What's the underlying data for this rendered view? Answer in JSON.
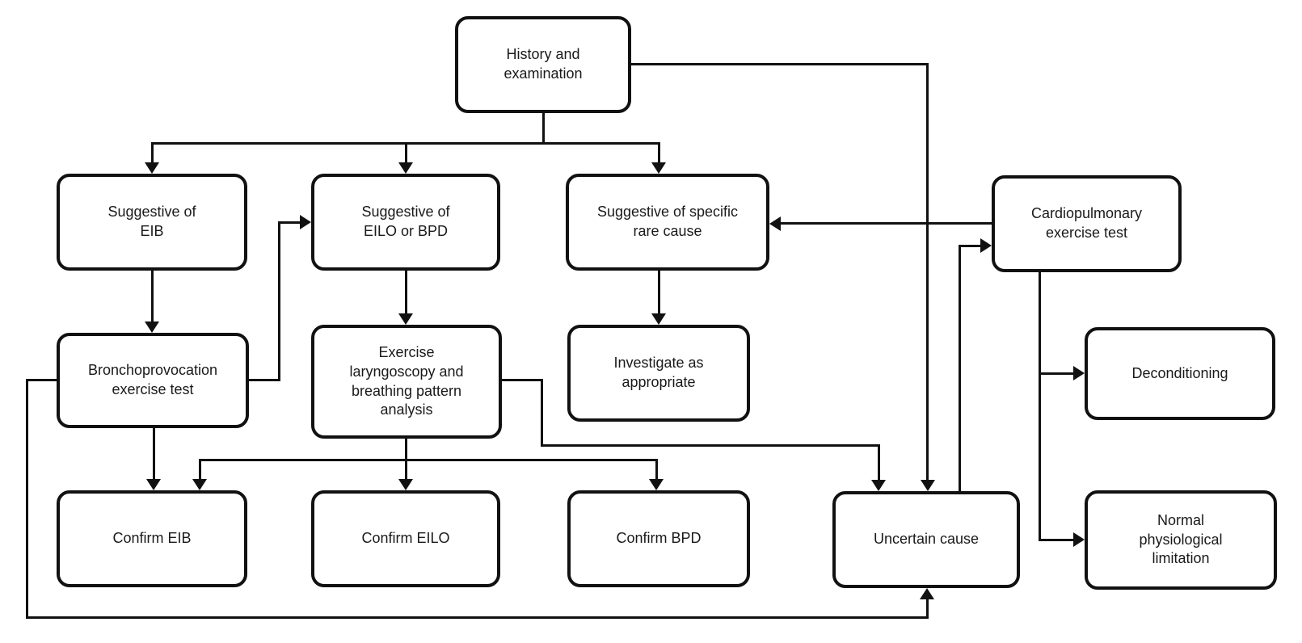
{
  "diagram": {
    "type": "flowchart",
    "background_color": "#ffffff",
    "node_border_color": "#111111",
    "node_fill_color": "#ffffff",
    "text_color": "#1a1a1a",
    "nodes": {
      "history": {
        "label": "History and\nexamination"
      },
      "sug_eib": {
        "label": "Suggestive of\nEIB"
      },
      "sug_eilo": {
        "label": "Suggestive of\nEILO or BPD"
      },
      "sug_rare": {
        "label": "Suggestive of specific\nrare cause"
      },
      "cardio": {
        "label": "Cardiopulmonary\nexercise test"
      },
      "broncho": {
        "label": "Bronchoprovocation\nexercise test"
      },
      "laryngo": {
        "label": "Exercise\nlaryngoscopy and\nbreathing pattern\nanalysis"
      },
      "investigate": {
        "label": "Investigate as\nappropriate"
      },
      "decond": {
        "label": "Deconditioning"
      },
      "confirm_eib": {
        "label": "Confirm EIB"
      },
      "confirm_eilo": {
        "label": "Confirm EILO"
      },
      "confirm_bpd": {
        "label": "Confirm BPD"
      },
      "uncertain": {
        "label": "Uncertain cause"
      },
      "normal": {
        "label": "Normal\nphysiological\nlimitation"
      }
    },
    "edges": [
      {
        "from": "history",
        "to": "sug_eib"
      },
      {
        "from": "history",
        "to": "sug_eilo"
      },
      {
        "from": "history",
        "to": "sug_rare"
      },
      {
        "from": "history",
        "to": "uncertain"
      },
      {
        "from": "sug_eib",
        "to": "broncho"
      },
      {
        "from": "sug_eilo",
        "to": "laryngo"
      },
      {
        "from": "sug_rare",
        "to": "investigate"
      },
      {
        "from": "broncho",
        "to": "confirm_eib"
      },
      {
        "from": "broncho",
        "to": "sug_eilo"
      },
      {
        "from": "broncho",
        "to": "uncertain"
      },
      {
        "from": "laryngo",
        "to": "confirm_eib"
      },
      {
        "from": "laryngo",
        "to": "confirm_eilo"
      },
      {
        "from": "laryngo",
        "to": "confirm_bpd"
      },
      {
        "from": "laryngo",
        "to": "uncertain"
      },
      {
        "from": "cardio",
        "to": "sug_rare"
      },
      {
        "from": "uncertain",
        "to": "cardio"
      },
      {
        "from": "cardio",
        "to": "decond"
      },
      {
        "from": "cardio",
        "to": "normal"
      }
    ]
  }
}
